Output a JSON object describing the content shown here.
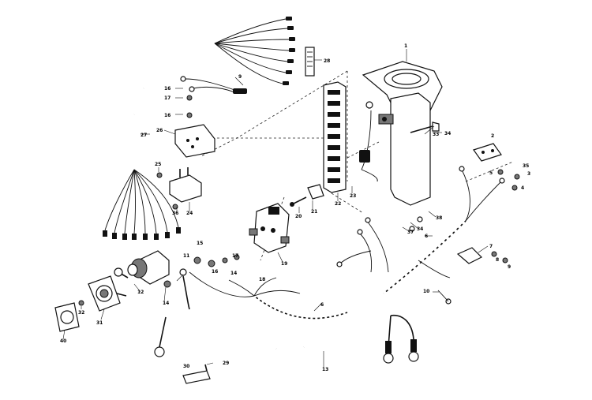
{
  "diagram": {
    "title": "",
    "callouts": [
      {
        "id": "c1",
        "label": "1"
      },
      {
        "id": "c2",
        "label": "2"
      },
      {
        "id": "c3",
        "label": "3"
      },
      {
        "id": "c4",
        "label": "4"
      },
      {
        "id": "c5",
        "label": "5"
      },
      {
        "id": "c6",
        "label": "6"
      },
      {
        "id": "c6b",
        "label": "6"
      },
      {
        "id": "c7",
        "label": "7"
      },
      {
        "id": "c8",
        "label": "8"
      },
      {
        "id": "c9",
        "label": "9"
      },
      {
        "id": "c9b",
        "label": "9"
      },
      {
        "id": "c10",
        "label": "10"
      },
      {
        "id": "c11",
        "label": "11"
      },
      {
        "id": "c12",
        "label": "12"
      },
      {
        "id": "c13",
        "label": "13"
      },
      {
        "id": "c14",
        "label": "14"
      },
      {
        "id": "c14b",
        "label": "14"
      },
      {
        "id": "c15",
        "label": "15"
      },
      {
        "id": "c16",
        "label": "16"
      },
      {
        "id": "c16b",
        "label": "16"
      },
      {
        "id": "c16c",
        "label": "16"
      },
      {
        "id": "c17",
        "label": "17"
      },
      {
        "id": "c17b",
        "label": "17"
      },
      {
        "id": "c18",
        "label": "18"
      },
      {
        "id": "c19",
        "label": "19"
      },
      {
        "id": "c20",
        "label": "20"
      },
      {
        "id": "c21",
        "label": "21"
      },
      {
        "id": "c22",
        "label": "22"
      },
      {
        "id": "c23",
        "label": "23"
      },
      {
        "id": "c24",
        "label": "24"
      },
      {
        "id": "c25",
        "label": "25"
      },
      {
        "id": "c26",
        "label": "26"
      },
      {
        "id": "c27",
        "label": "27"
      },
      {
        "id": "c28",
        "label": "28"
      },
      {
        "id": "c29",
        "label": "29"
      },
      {
        "id": "c30",
        "label": "30"
      },
      {
        "id": "c31",
        "label": "31"
      },
      {
        "id": "c32",
        "label": "32"
      },
      {
        "id": "c33",
        "label": "33"
      },
      {
        "id": "c34",
        "label": "34"
      },
      {
        "id": "c34b",
        "label": "34"
      },
      {
        "id": "c35",
        "label": "35"
      },
      {
        "id": "c36",
        "label": "36"
      },
      {
        "id": "c37",
        "label": "37"
      },
      {
        "id": "c38",
        "label": "38"
      },
      {
        "id": "c40",
        "label": "40"
      }
    ]
  }
}
